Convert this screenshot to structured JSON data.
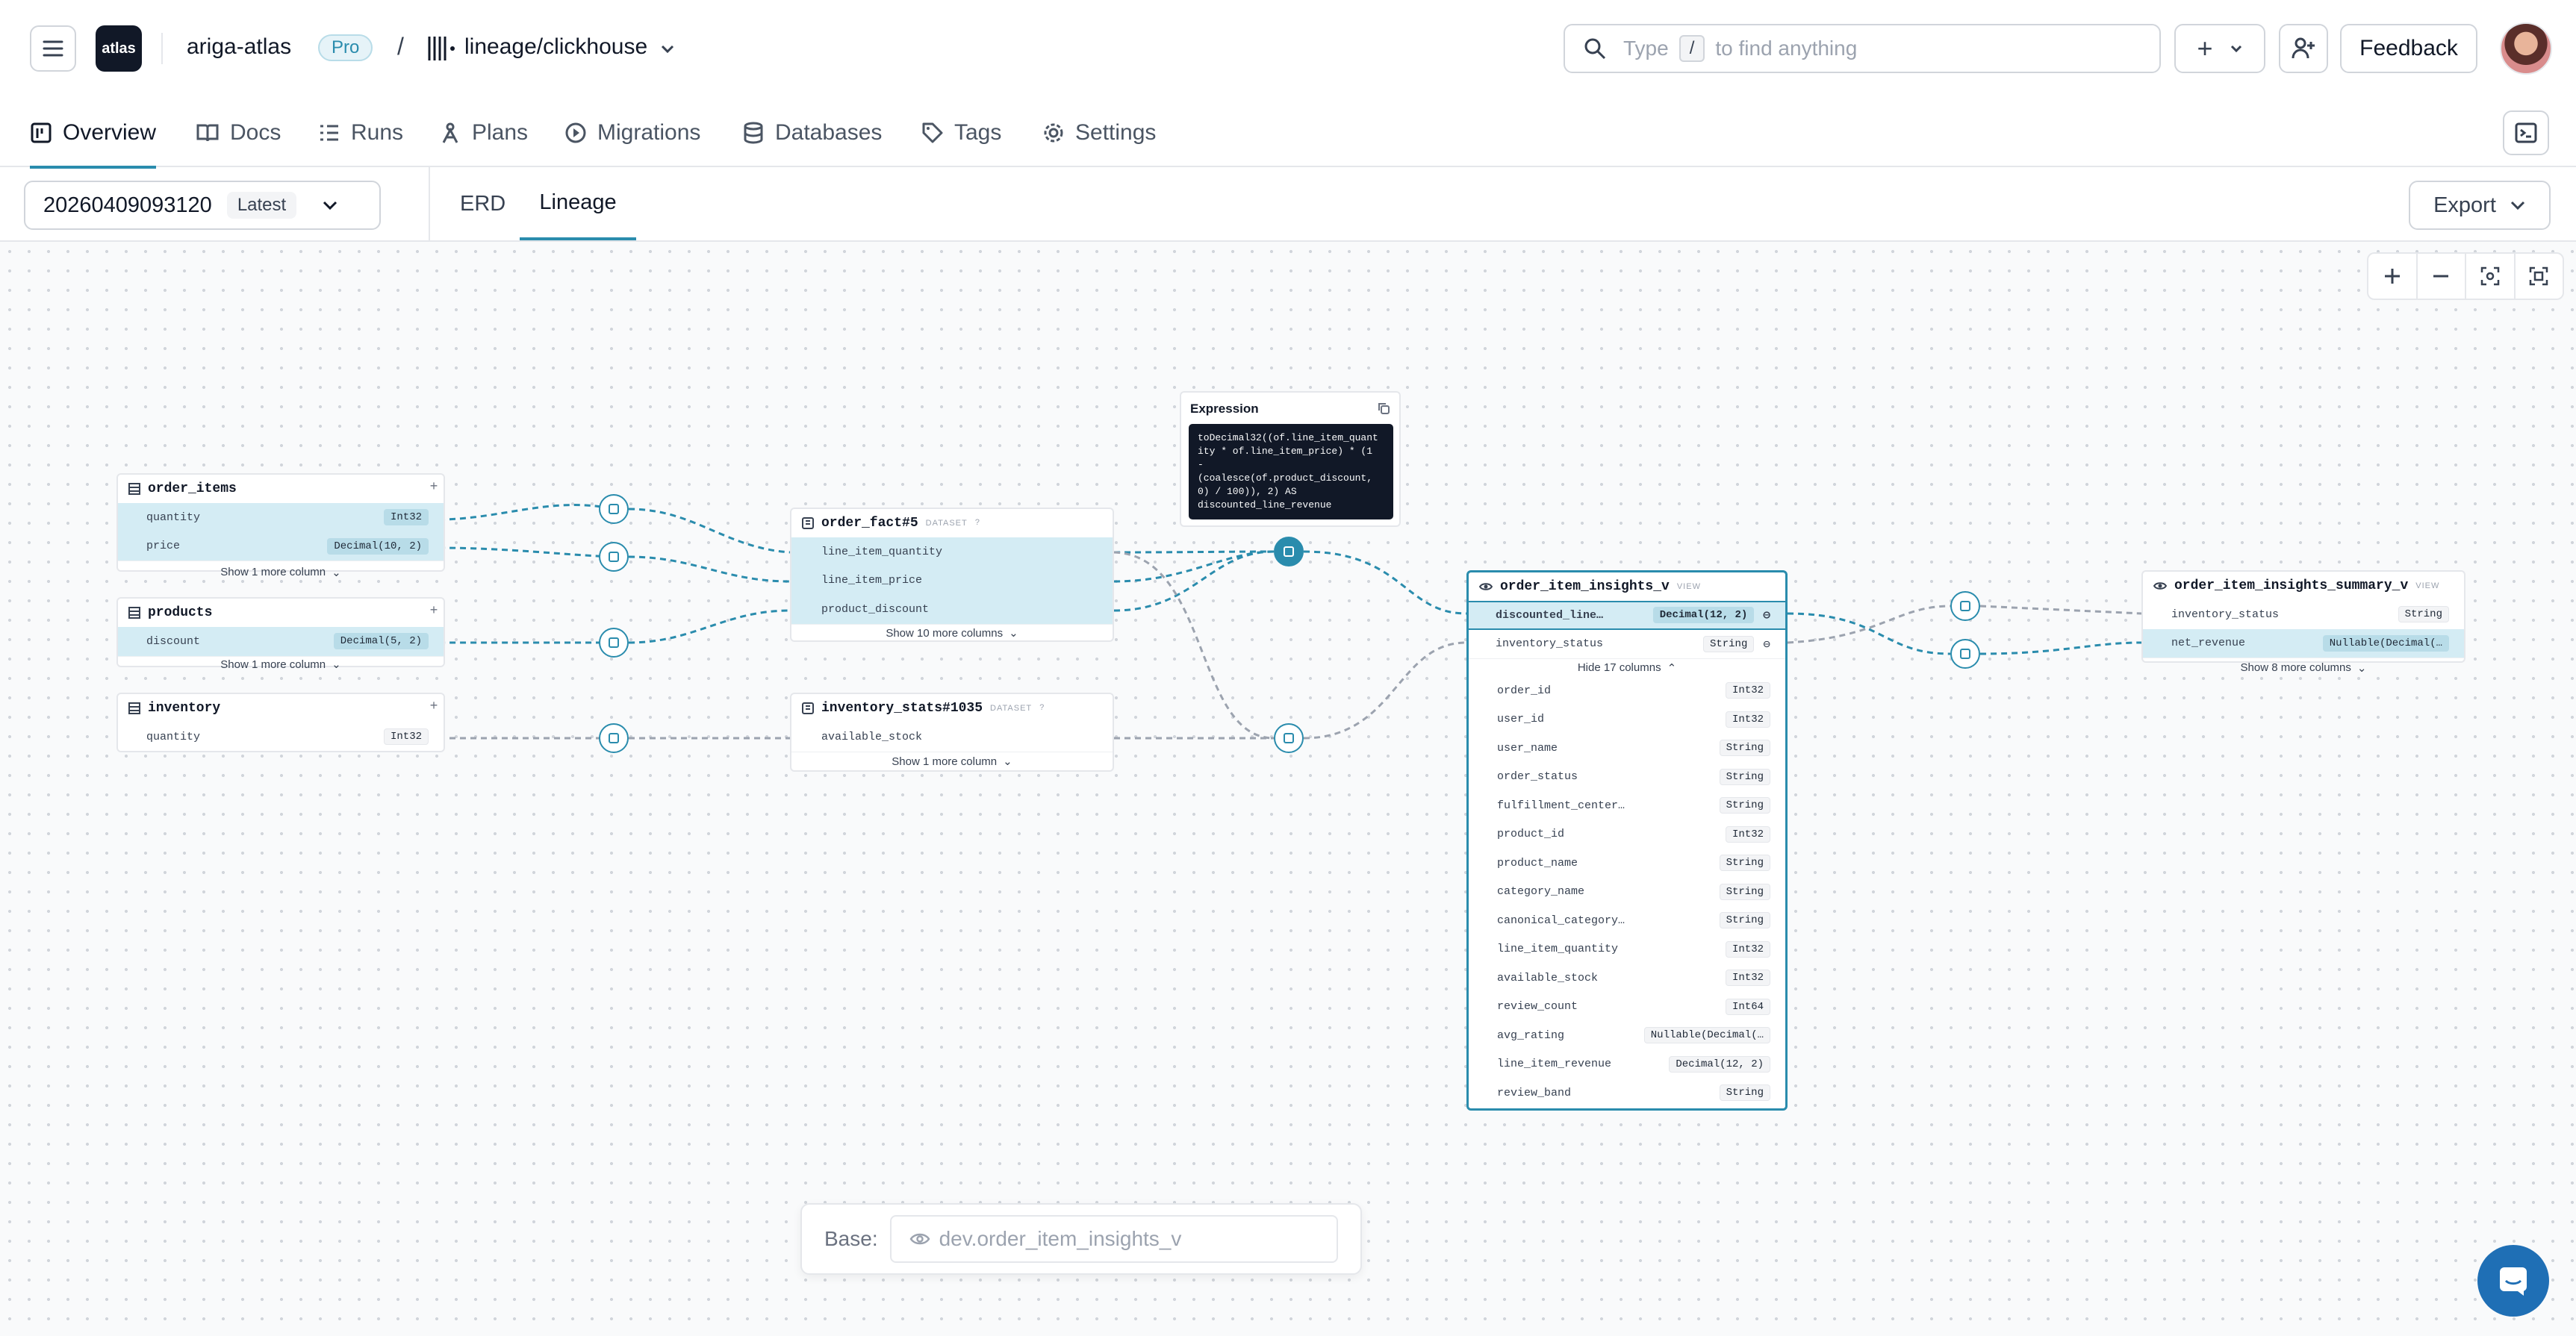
{
  "header": {
    "logo_text": "atlas",
    "org_name": "ariga-atlas",
    "plan_badge": "Pro",
    "separator": "/",
    "repo_name": "lineage/clickhouse",
    "search_placeholder_prefix": "Type",
    "search_key": "/",
    "search_placeholder_suffix": "to find anything",
    "new_button": "+",
    "feedback_label": "Feedback"
  },
  "nav": {
    "tabs": [
      {
        "label": "Overview",
        "icon": "overview-icon",
        "active": true
      },
      {
        "label": "Docs",
        "icon": "book-icon"
      },
      {
        "label": "Runs",
        "icon": "runs-icon"
      },
      {
        "label": "Plans",
        "icon": "plans-icon"
      },
      {
        "label": "Migrations",
        "icon": "migrations-icon"
      },
      {
        "label": "Databases",
        "icon": "database-icon"
      },
      {
        "label": "Tags",
        "icon": "tag-icon"
      },
      {
        "label": "Settings",
        "icon": "gear-icon"
      }
    ]
  },
  "toolbar": {
    "version": "20260409093120",
    "version_badge": "Latest",
    "view_tabs": [
      {
        "label": "ERD",
        "active": false
      },
      {
        "label": "Lineage",
        "active": true
      }
    ],
    "export_label": "Export"
  },
  "zoom_controls": [
    "zoom-in-icon",
    "zoom-out-icon",
    "focus-icon",
    "fit-view-icon"
  ],
  "expression": {
    "title": "Expression",
    "code": "toDecimal32((of.line_item_quant\nity * of.line_item_price) * (1\n-\n(coalesce(of.product_discount,\n0) / 100)), 2) AS\ndiscounted_line_revenue"
  },
  "tables": {
    "order_items": {
      "name": "order_items",
      "columns": [
        {
          "name": "quantity",
          "type": "Int32"
        },
        {
          "name": "price",
          "type": "Decimal(10, 2)"
        }
      ],
      "more": "Show 1 more column"
    },
    "products": {
      "name": "products",
      "columns": [
        {
          "name": "discount",
          "type": "Decimal(5, 2)"
        }
      ],
      "more": "Show 1 more column"
    },
    "inventory": {
      "name": "inventory",
      "columns": [
        {
          "name": "quantity",
          "type": "Int32"
        }
      ]
    },
    "order_fact": {
      "name": "order_fact#5",
      "kind": "DATASET",
      "columns": [
        {
          "name": "line_item_quantity"
        },
        {
          "name": "line_item_price"
        },
        {
          "name": "product_discount"
        }
      ],
      "more": "Show 10 more columns"
    },
    "inventory_stats": {
      "name": "inventory_stats#1035",
      "kind": "DATASET",
      "columns": [
        {
          "name": "available_stock"
        }
      ],
      "more": "Show 1 more column"
    },
    "insights": {
      "name": "order_item_insights_v",
      "kind": "VIEW",
      "top_columns": [
        {
          "name": "discounted_line…",
          "type": "Decimal(12, 2)"
        },
        {
          "name": "inventory_status",
          "type": "String"
        }
      ],
      "hide_label": "Hide 17 columns",
      "columns": [
        {
          "name": "order_id",
          "type": "Int32"
        },
        {
          "name": "user_id",
          "type": "Int32"
        },
        {
          "name": "user_name",
          "type": "String"
        },
        {
          "name": "order_status",
          "type": "String"
        },
        {
          "name": "fulfillment_center…",
          "type": "String"
        },
        {
          "name": "product_id",
          "type": "Int32"
        },
        {
          "name": "product_name",
          "type": "String"
        },
        {
          "name": "category_name",
          "type": "String"
        },
        {
          "name": "canonical_category…",
          "type": "String"
        },
        {
          "name": "line_item_quantity",
          "type": "Int32"
        },
        {
          "name": "available_stock",
          "type": "Int32"
        },
        {
          "name": "review_count",
          "type": "Int64"
        },
        {
          "name": "avg_rating",
          "type": "Nullable(Decimal(…"
        },
        {
          "name": "line_item_revenue",
          "type": "Decimal(12, 2)"
        },
        {
          "name": "review_band",
          "type": "String"
        }
      ]
    },
    "summary": {
      "name": "order_item_insights_summary_v",
      "kind": "VIEW",
      "columns": [
        {
          "name": "inventory_status",
          "type": "String"
        },
        {
          "name": "net_revenue",
          "type": "Nullable(Decimal(…"
        }
      ],
      "more": "Show 8 more columns"
    }
  },
  "base": {
    "label": "Base:",
    "value": "dev.order_item_insights_v"
  }
}
